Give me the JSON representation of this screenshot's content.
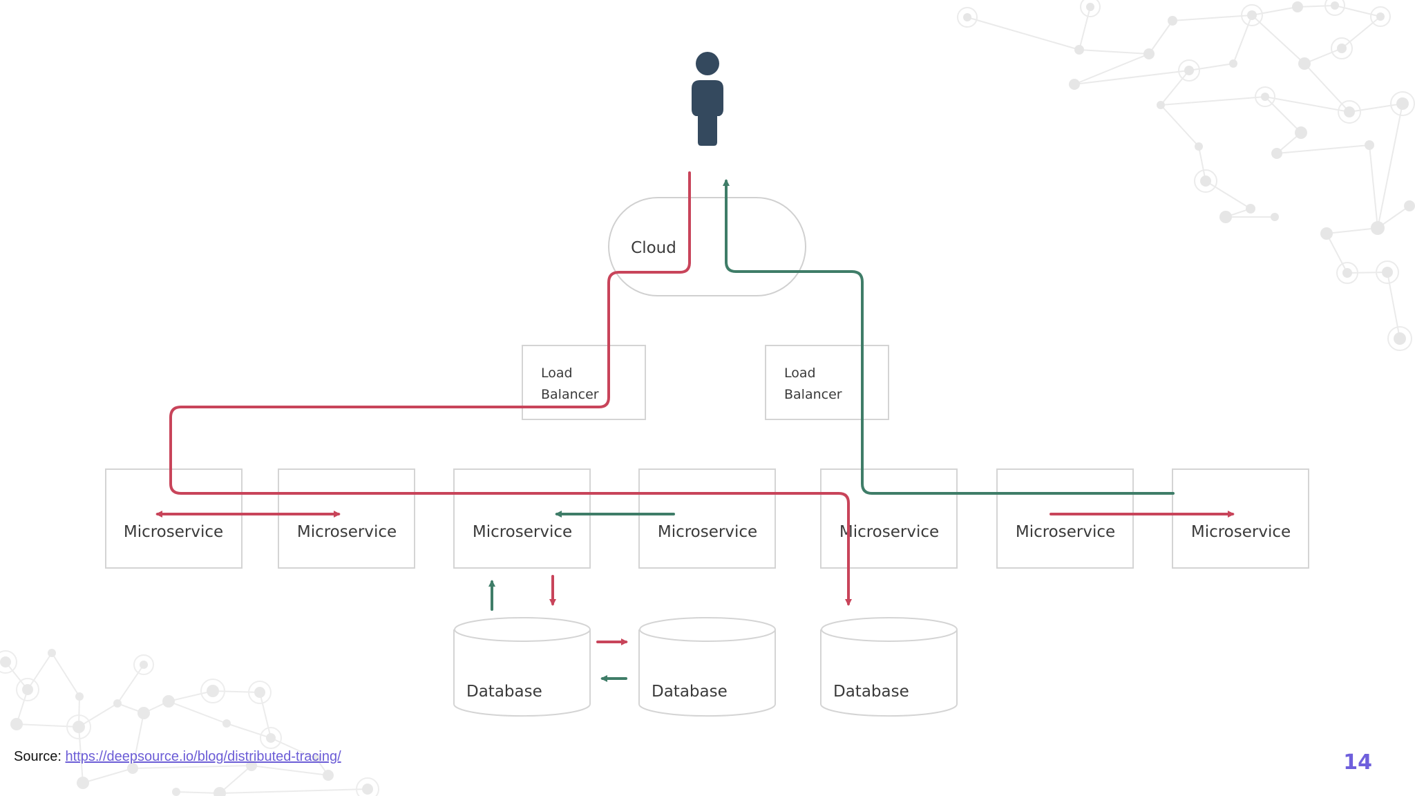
{
  "diagram": {
    "cloud_label": "Cloud",
    "load_balancers": [
      {
        "line1": "Load",
        "line2": "Balancer"
      },
      {
        "line1": "Load",
        "line2": "Balancer"
      }
    ],
    "microservices": [
      "Microservice",
      "Microservice",
      "Microservice",
      "Microservice",
      "Microservice",
      "Microservice",
      "Microservice"
    ],
    "databases": [
      "Database",
      "Database",
      "Database"
    ],
    "colors": {
      "request_path": "#c8445a",
      "response_path": "#3f7d68",
      "user_icon": "#34495e"
    }
  },
  "footer": {
    "source_label": "Source:",
    "source_url": "https://deepsource.io/blog/distributed-tracing/"
  },
  "page_number": "14",
  "icons": [
    "user-icon",
    "network-decoration-icon"
  ]
}
